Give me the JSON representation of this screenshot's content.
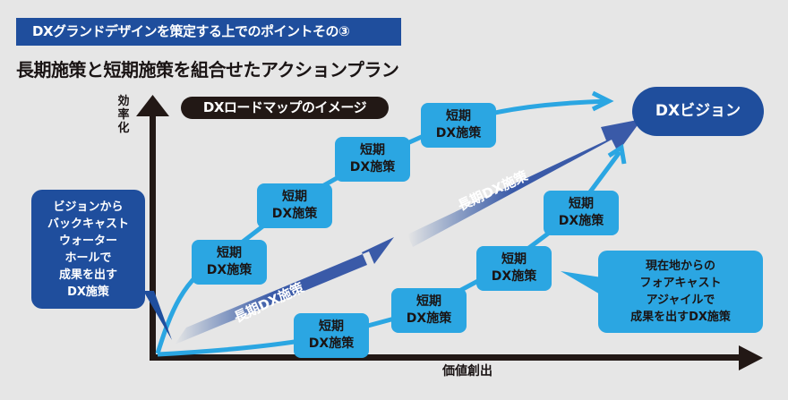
{
  "header": {
    "section_label": "DXグランドデザインを策定する上でのポイントその③",
    "title": "長期施策と短期施策を組合せたアクションプラン"
  },
  "diagram": {
    "roadmap_label": "DXロードマップのイメージ",
    "y_axis_label": "効率化",
    "x_axis_label": "価値創出",
    "goal_label": "DXビジョン",
    "long_term_label": "長期DX施策",
    "short_term_box": {
      "line1": "短期",
      "line2": "DX施策"
    },
    "upper_path_boxes": [
      {
        "line1": "短期",
        "line2": "DX施策"
      },
      {
        "line1": "短期",
        "line2": "DX施策"
      },
      {
        "line1": "短期",
        "line2": "DX施策"
      },
      {
        "line1": "短期",
        "line2": "DX施策"
      }
    ],
    "lower_path_boxes": [
      {
        "line1": "短期",
        "line2": "DX施策"
      },
      {
        "line1": "短期",
        "line2": "DX施策"
      },
      {
        "line1": "短期",
        "line2": "DX施策"
      },
      {
        "line1": "短期",
        "line2": "DX施策"
      }
    ],
    "callout_backcast": [
      "ビジョンから",
      "バックキャスト",
      "ウォーター",
      "ホールで",
      "成果を出す",
      "DX施策"
    ],
    "callout_forecast": [
      "現在地からの",
      "フォアキャスト",
      "アジャイルで",
      "成果を出すDX施策"
    ],
    "colors": {
      "dark_blue": "#1f4e9d",
      "light_blue": "#2ba6e2",
      "axis": "#221815",
      "background": "#e6e6e6"
    }
  }
}
